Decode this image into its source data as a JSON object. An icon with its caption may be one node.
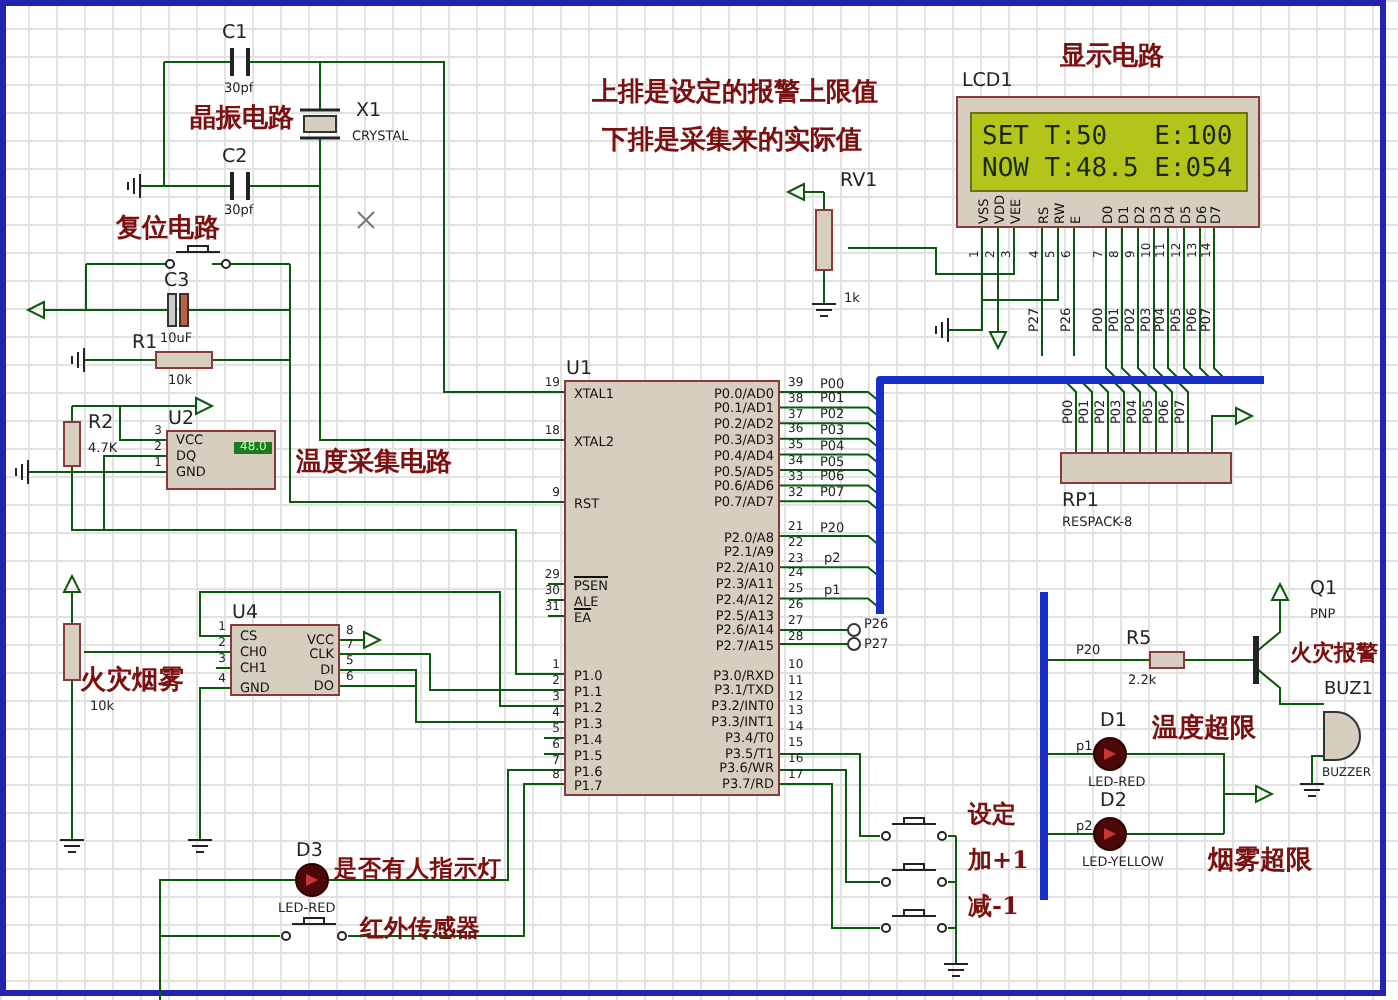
{
  "diagram": {
    "nodes": [
      {
        "text": [
          "U1",
          "XTAL1",
          "XTAL2",
          "RST",
          "PSEN",
          "ALE",
          "EA",
          "P1.0",
          "P1.1",
          "P1.2",
          "P1.3",
          "P1.4",
          "P1.5",
          "P1.6",
          "P1.7",
          "P0.0/AD0",
          "P0.1/AD1",
          "P0.2/AD2",
          "P0.3/AD3",
          "P0.4/AD4",
          "P0.5/AD5",
          "P0.6/AD6",
          "P0.7/AD7",
          "P2.0/A8",
          "P2.1/A9",
          "P2.2/A10",
          "P2.3/A11",
          "P2.4/A12",
          "P2.5/A13",
          "P2.6/A14",
          "P2.7/A15",
          "P3.0/RXD",
          "P3.1/TXD",
          "P3.2/INT0",
          "P3.3/INT1",
          "P3.4/T0",
          "P3.5/T1",
          "P3.6/WR",
          "P3.7/RD"
        ],
        "beside": [
          "19",
          "18",
          "9",
          "29",
          "30",
          "31",
          "1",
          "2",
          "3",
          "4",
          "5",
          "6",
          "7",
          "8",
          "39",
          "38",
          "37",
          "36",
          "35",
          "34",
          "33",
          "32",
          "21",
          "22",
          "23",
          "24",
          "25",
          "26",
          "27",
          "28",
          "10",
          "11",
          "12",
          "13",
          "14",
          "15",
          "16",
          "17"
        ]
      },
      {
        "text": [
          "LCD1",
          "SET T:50   E:100",
          "NOW T:48.5 E:054",
          "VSS",
          "VDD",
          "VEE",
          "RS",
          "RW",
          "E",
          "D0",
          "D1",
          "D2",
          "D3",
          "D4",
          "D5",
          "D6",
          "D7"
        ],
        "beside": [
          "1",
          "2",
          "3",
          "4",
          "5",
          "6",
          "7",
          "8",
          "9",
          "10",
          "11",
          "12",
          "13",
          "14"
        ]
      },
      {
        "text": [
          "U2",
          "VCC",
          "DQ",
          "GND",
          "48.0"
        ],
        "beside": [
          "3",
          "2",
          "1"
        ]
      },
      {
        "text": [
          "U4",
          "CS",
          "CH0",
          "CH1",
          "GND",
          "VCC",
          "CLK",
          "DI",
          "DO"
        ],
        "beside": [
          "1",
          "2",
          "3",
          "4",
          "8",
          "7",
          "5",
          "6"
        ]
      },
      {
        "text": [
          "RP1",
          "RESPACK-8"
        ]
      },
      {
        "text": [],
        "shape": "bar"
      },
      {
        "text": [],
        "shape": "bar"
      }
    ],
    "edges": [
      {
        "from": 2,
        "to": 0,
        "arrow": "none"
      },
      {
        "from": 3,
        "to": 0,
        "arrow": "none"
      },
      {
        "from": 3,
        "to": 0,
        "arrow": "none"
      },
      {
        "from": 3,
        "to": 0,
        "arrow": "none"
      },
      {
        "from": 3,
        "to": 0,
        "arrow": "none"
      },
      {
        "from": 0,
        "to": 6,
        "arrow": "none"
      },
      {
        "from": 0,
        "to": 6,
        "arrow": "none"
      },
      {
        "from": 0,
        "to": 6,
        "arrow": "none"
      },
      {
        "from": 0,
        "to": 6,
        "arrow": "none"
      },
      {
        "from": 0,
        "to": 6,
        "arrow": "none"
      },
      {
        "from": 0,
        "to": 6,
        "arrow": "none"
      },
      {
        "from": 0,
        "to": 6,
        "arrow": "none"
      },
      {
        "from": 0,
        "to": 6,
        "arrow": "none"
      },
      {
        "from": 0,
        "to": 6,
        "arrow": "none"
      },
      {
        "from": 0,
        "to": 6,
        "arrow": "none"
      },
      {
        "from": 0,
        "to": 6,
        "arrow": "none"
      },
      {
        "from": 1,
        "to": 5,
        "arrow": "none"
      },
      {
        "from": 1,
        "to": 5,
        "arrow": "none"
      },
      {
        "from": 1,
        "to": 5,
        "arrow": "none"
      },
      {
        "from": 1,
        "to": 5,
        "arrow": "none"
      },
      {
        "from": 1,
        "to": 5,
        "arrow": "none"
      },
      {
        "from": 1,
        "to": 5,
        "arrow": "none"
      },
      {
        "from": 1,
        "to": 5,
        "arrow": "none"
      },
      {
        "from": 1,
        "to": 5,
        "arrow": "none"
      },
      {
        "from": 5,
        "to": 4,
        "arrow": "none"
      },
      {
        "from": 5,
        "to": 4,
        "arrow": "none"
      },
      {
        "from": 5,
        "to": 4,
        "arrow": "none"
      },
      {
        "from": 5,
        "to": 4,
        "arrow": "none"
      },
      {
        "from": 5,
        "to": 4,
        "arrow": "none"
      },
      {
        "from": 5,
        "to": 4,
        "arrow": "none"
      },
      {
        "from": 5,
        "to": 4,
        "arrow": "none"
      },
      {
        "from": 5,
        "to": 4,
        "arrow": "none"
      }
    ],
    "labels": [
      "C1",
      "30pf",
      "晶振电路",
      "X1",
      "CRYSTAL",
      "C2",
      "30pf",
      "复位电路",
      "C3",
      "R1",
      "10uF",
      "10k",
      "R2",
      "4.7K",
      "温度采集电路",
      "10k",
      "火灾烟雾",
      "P00",
      "P01",
      "P02",
      "P03",
      "P04",
      "P05",
      "P06",
      "P07",
      "P20",
      "p2",
      "p1",
      "P26",
      "P27",
      "上排是设定的报警上限值",
      "下排是采集来的实际值",
      "显示电路",
      "RV1",
      "1k",
      "P27",
      "P26",
      "P00",
      "P01",
      "P02",
      "P03",
      "P04",
      "P05",
      "P06",
      "P07",
      "P00",
      "P01",
      "P02",
      "P03",
      "P04",
      "P05",
      "P06",
      "P07",
      "Q1",
      "PNP",
      "R5",
      "P20",
      "2.2k",
      "火灾报警",
      "BUZ1",
      "D1",
      "温度超限",
      "p1",
      "LED-RED",
      "BUZZER",
      "D2",
      "p2",
      "LED-YELLOW",
      "烟雾超限",
      "设定",
      "D3",
      "是否有人指示灯",
      "加+1",
      "LED-RED",
      "红外传感器",
      "减-1"
    ]
  }
}
